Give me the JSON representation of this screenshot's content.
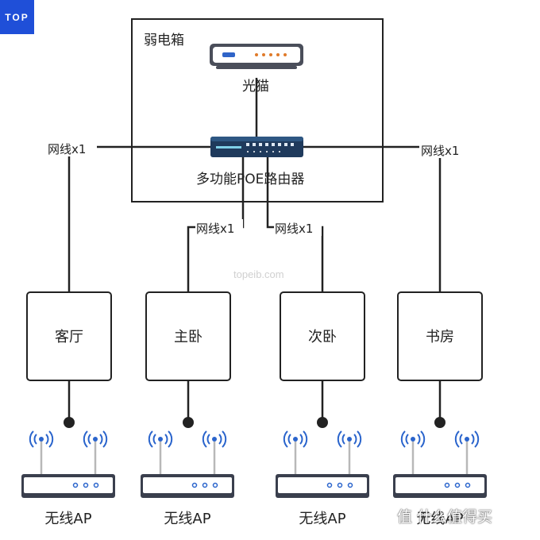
{
  "logo": "TOP",
  "box_title": "弱电箱",
  "modem_label": "光猫",
  "router_label": "多功能POE路由器",
  "cable_label": "网线x1",
  "rooms": [
    "客厅",
    "主卧",
    "次卧",
    "书房"
  ],
  "ap_label": "无线AP",
  "site_watermark": "topeib.com",
  "corner_watermark": "值 什么值得买"
}
